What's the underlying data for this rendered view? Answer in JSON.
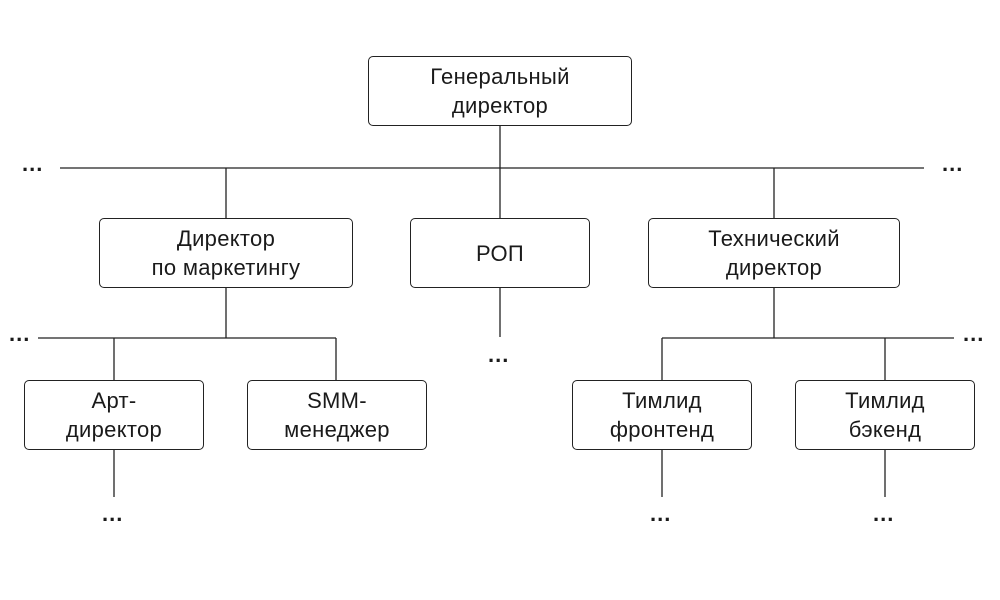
{
  "colors": {
    "line": "#222222",
    "box_border": "#222222",
    "text": "#1a1a1a",
    "background": "#ffffff"
  },
  "nodes": {
    "ceo": {
      "line1": "Генеральный",
      "line2": "директор"
    },
    "marketing_director": {
      "line1": "Директор",
      "line2": "по маркетингу"
    },
    "rop": {
      "line1": "РОП"
    },
    "cto": {
      "line1": "Технический",
      "line2": "директор"
    },
    "art_director": {
      "line1": "Арт-",
      "line2": "директор"
    },
    "smm_manager": {
      "line1": "SMM-",
      "line2": "менеджер"
    },
    "frontend_lead": {
      "line1": "Тимлид",
      "line2": "фронтенд"
    },
    "backend_lead": {
      "line1": "Тимлид",
      "line2": "бэкенд"
    }
  },
  "ellipsis": "..."
}
